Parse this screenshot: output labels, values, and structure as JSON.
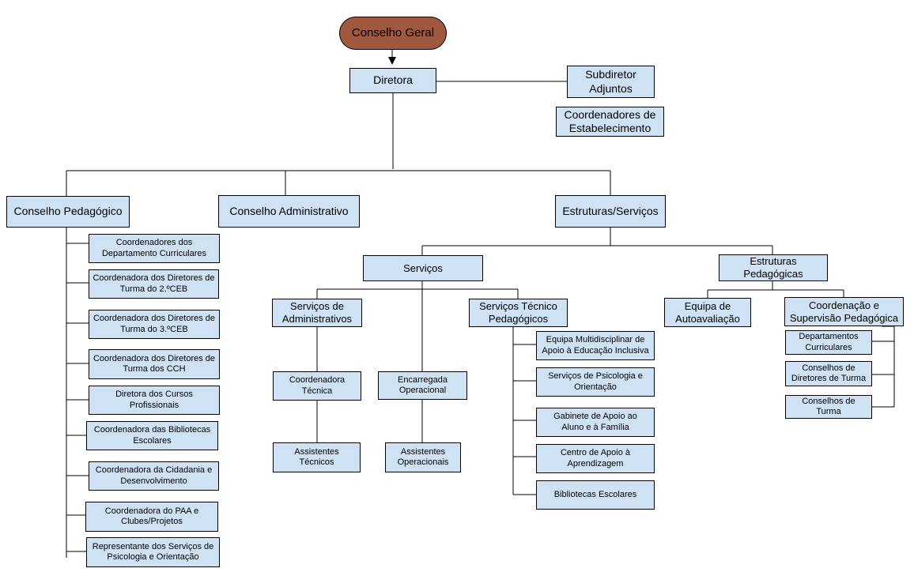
{
  "colors": {
    "box_fill": "#cfe2f3",
    "top_fill": "#a0583e",
    "line": "#000000"
  },
  "nodes": {
    "conselho_geral": "Conselho Geral",
    "diretora": "Diretora",
    "subdiretor": "Subdiretor Adjuntos",
    "coord_estab": "Coordenadores de Estabelecimento",
    "conselho_pedagogico": "Conselho Pedagógico",
    "conselho_administrativo": "Conselho Administrativo",
    "estruturas_servicos": "Estruturas/Serviços",
    "servicos": "Serviços",
    "estruturas_pedagogicas": "Estruturas Pedagógicas",
    "servicos_admin": "Serviços de Administrativos",
    "servicos_tecnico": "Serviços Técnico Pedagógicos",
    "coord_tecnica": "Coordenadora Técnica",
    "assist_tecnicos": "Assistentes Técnicos",
    "encarregada": "Encarregada Operacional",
    "assist_operacionais": "Assistentes Operacionais",
    "equipa_multi": "Equipa Multidisciplinar de Apoio à Educação Inclusiva",
    "psicologia": "Serviços de Psicologia e Orientação",
    "gabinete": "Gabinete de Apoio ao Aluno e à Família",
    "centro_apoio": "Centro de Apoio à Aprendizagem",
    "bibliotecas": "Bibliotecas Escolares",
    "equipa_auto": "Equipa de Autoavaliação",
    "coord_supervisao": "Coordenação e Supervisão Pedagógica",
    "departamentos": "Departamentos Curriculares",
    "conselhos_diretores": "Conselhos de Diretores de Turma",
    "conselhos_turma": "Conselhos de Turma",
    "ped": [
      "Coordenadores dos Departamento Curriculares",
      "Coordenadora dos Diretores de Turma do 2.ºCEB",
      "Coordenadora dos Diretores de Turma do 3.ºCEB",
      "Coordenadora dos Diretores de Turma dos CCH",
      "Diretora dos Cursos Profissionais",
      "Coordenadora das Bibliotecas Escolares",
      "Coordenadora da Cidadania e Desenvolvimento",
      "Coordenadora do PAA e Clubes/Projetos",
      "Representante dos Serviços de Psicologia e Orientação"
    ]
  }
}
